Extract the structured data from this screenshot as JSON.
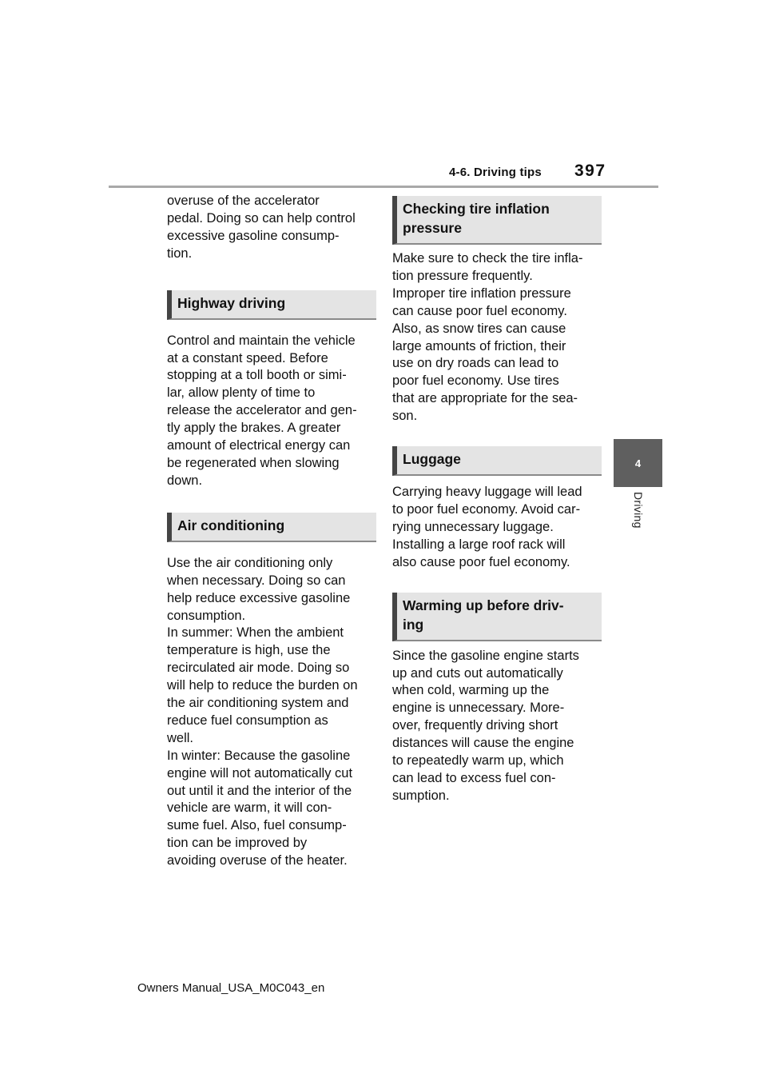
{
  "header": {
    "section_title": "4-6. Driving tips",
    "page_number": "397"
  },
  "side_tab": {
    "chapter_number": "4",
    "chapter_label": "Driving"
  },
  "left_column": {
    "intro_text": "overuse of the accelerator\npedal. Doing so can help control\nexcessive gasoline consump-\ntion.",
    "highway_heading": "Highway driving",
    "highway_text": "Control and maintain the vehicle\nat a constant speed. Before\nstopping at a toll booth or simi-\nlar, allow plenty of time to\nrelease the accelerator and gen-\ntly apply the brakes. A greater\namount of electrical energy can\nbe regenerated when slowing\ndown.",
    "ac_heading": "Air conditioning",
    "ac_text": "Use the air conditioning only\nwhen necessary. Doing so can\nhelp reduce excessive gasoline\nconsumption.\nIn summer: When the ambient\ntemperature is high, use the\nrecirculated air mode. Doing so\nwill help to reduce the burden on\nthe air conditioning system and\nreduce fuel consumption as\nwell.\nIn winter: Because the gasoline\nengine will not automatically cut\nout until it and the interior of the\nvehicle are warm, it will con-\nsume fuel. Also, fuel consump-\ntion can be improved by\navoiding overuse of the heater."
  },
  "right_column": {
    "tire_heading": "Checking tire inflation\npressure",
    "tire_text": "Make sure to check the tire infla-\ntion pressure frequently.\nImproper tire inflation pressure\ncan cause poor fuel economy.\nAlso, as snow tires can cause\nlarge amounts of friction, their\nuse on dry roads can lead to\npoor fuel economy. Use tires\nthat are appropriate for the sea-\nson.",
    "luggage_heading": "Luggage",
    "luggage_text": "Carrying heavy luggage will lead\nto poor fuel economy. Avoid car-\nrying unnecessary luggage.\nInstalling a large roof rack will\nalso cause poor fuel economy.",
    "warmup_heading": "Warming up before driv-\ning",
    "warmup_text": "Since the gasoline engine starts\nup and cuts out automatically\nwhen cold, warming up the\nengine is unnecessary. More-\nover, frequently driving short\ndistances will cause the engine\nto repeatedly warm up, which\ncan lead to excess fuel con-\nsumption."
  },
  "footer": {
    "manual_id": "Owners Manual_USA_M0C043_en"
  }
}
